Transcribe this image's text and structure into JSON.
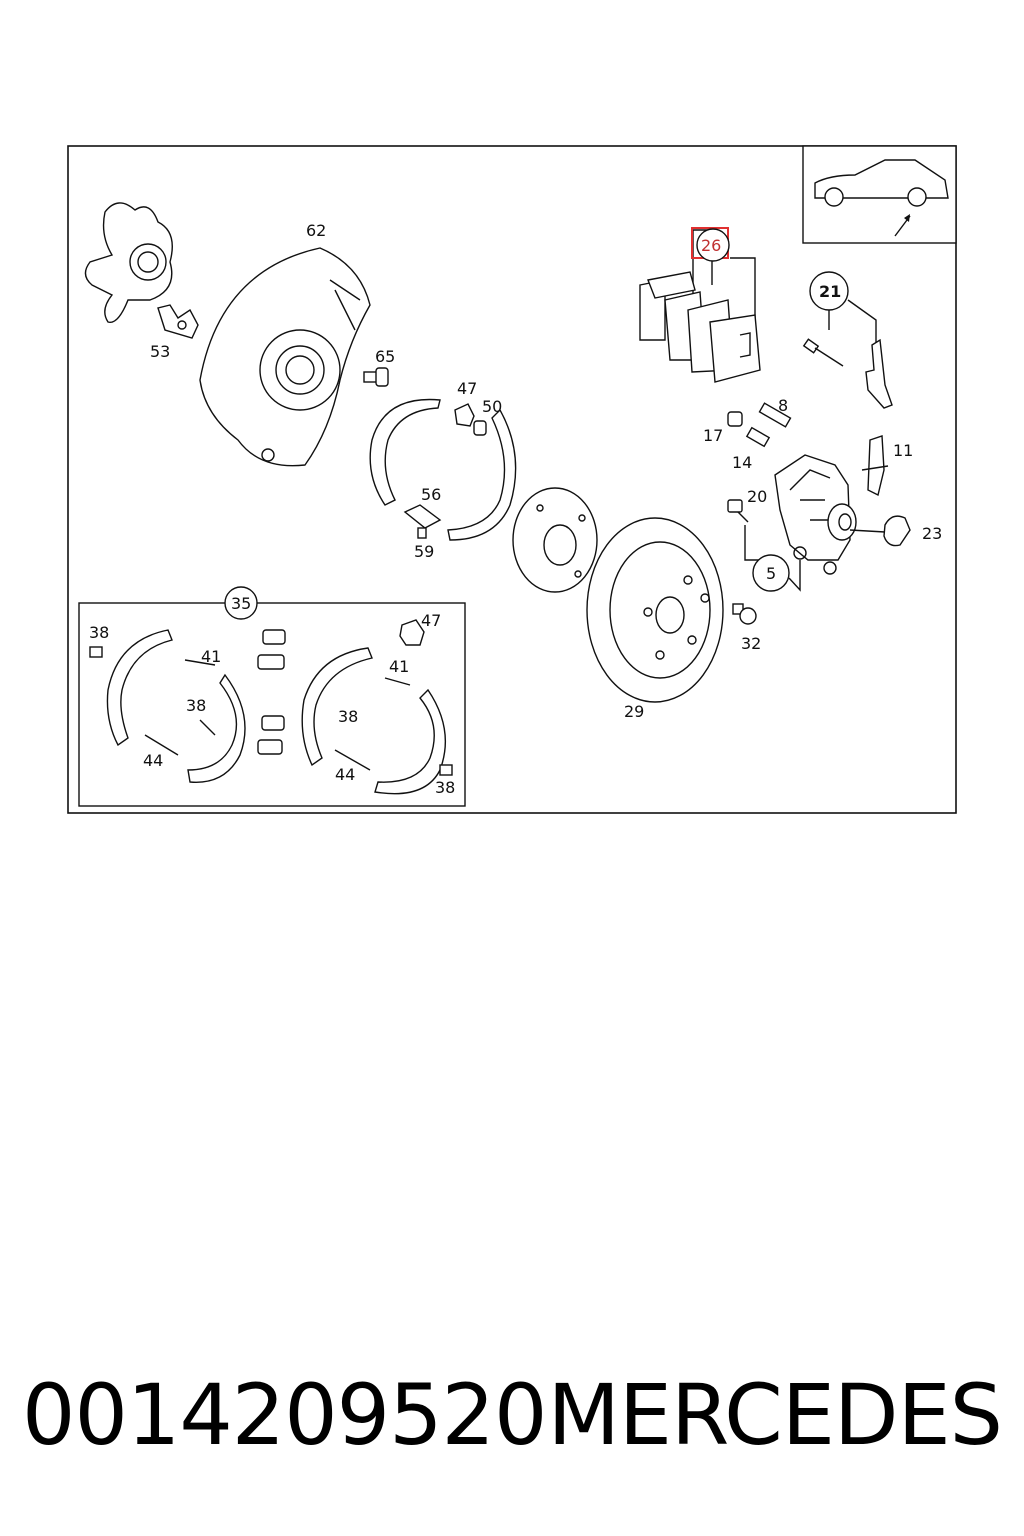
{
  "diagram": {
    "highlight_color": "#e03030",
    "labels": {
      "p62": "62",
      "p53": "53",
      "p65": "65",
      "p47a": "47",
      "p50": "50",
      "p56": "56",
      "p59": "59",
      "p26": "26",
      "p21": "21",
      "p8": "8",
      "p17": "17",
      "p14": "14",
      "p11": "11",
      "p20": "20",
      "p23": "23",
      "p5": "5",
      "p32": "32",
      "p29": "29",
      "p35": "35",
      "p47b": "47",
      "p38a": "38",
      "p41a": "41",
      "p38b": "38",
      "p44a": "44",
      "p41b": "41",
      "p38c": "38",
      "p44b": "44",
      "p38d": "38"
    }
  },
  "caption": {
    "part_number": "0014209520",
    "brand": "MERCEDES"
  }
}
